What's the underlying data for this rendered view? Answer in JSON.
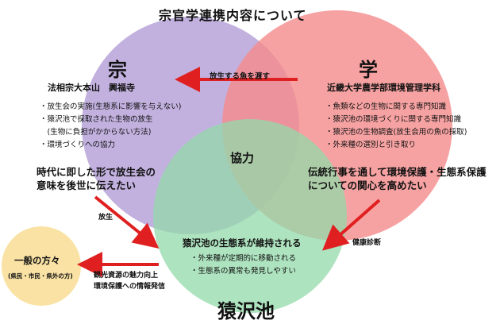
{
  "title": "宗官学連携内容について",
  "center_label": "協力",
  "colors": {
    "temple_circle": "#b7a3d9",
    "university_circle": "#f58b8b",
    "pond_circle": "#93d9a9",
    "public_circle": "#f9e2a4",
    "arrow": "#e02020"
  },
  "temple": {
    "heading": "宗",
    "org": "法相宗大本山　興福寺",
    "items": [
      "・放生会の実施(生態系に影響を与えない)",
      "・猿沢池で採取された生物の放生",
      "　(生物に負担がかからない方法)",
      "・環境づくりへの協力"
    ],
    "message": [
      "時代に即した形で放生会の",
      "意味を後世に伝えたい"
    ]
  },
  "university": {
    "heading": "学",
    "org": "近畿大学農学部環境管理学科",
    "items": [
      "・魚類などの生物に関する専門知識",
      "・猿沢池の環境づくりに関する専門知識",
      "・猿沢池の生物調査(放生会用の魚の採取)",
      "・外来種の選別と引き取り"
    ],
    "message": [
      "伝統行事を通して環境保護・生態系保護",
      "についての関心を高めたい"
    ]
  },
  "pond": {
    "heading": "猿沢池",
    "title": "猿沢池の生態系が維持される",
    "items": [
      "・外来種が定期的に移動される",
      "・生態系の異常も発見しやすい"
    ]
  },
  "public": {
    "title": "一般の方々",
    "subtitle": "(県民・市民・県外の方)"
  },
  "arrows": {
    "transfer": "放生する魚を渡す",
    "release": "放生",
    "health": "健康診断",
    "tourism": [
      "観光資源の魅力向上",
      "環境保護への情報発信"
    ]
  }
}
